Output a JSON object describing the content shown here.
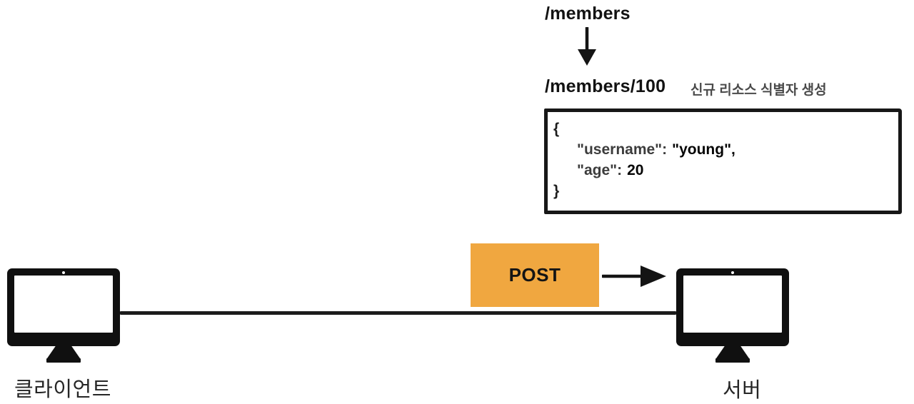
{
  "colors": {
    "method_badge_bg": "#F0A740",
    "ink": "#161616",
    "annotation_text": "#4a4a4a"
  },
  "flow": {
    "collection_path": "/members",
    "created_resource_path": "/members/100",
    "annotation": "신규 리소스 식별자 생성",
    "method": "POST",
    "client_label": "클라이언트",
    "server_label": "서버",
    "request_body": {
      "open_brace": "{",
      "close_brace": "}",
      "lines": [
        {
          "key": "\"username\":",
          "value": "\"young\"",
          "suffix": ","
        },
        {
          "key": "\"age\":",
          "value": "20",
          "suffix": ""
        }
      ]
    }
  }
}
